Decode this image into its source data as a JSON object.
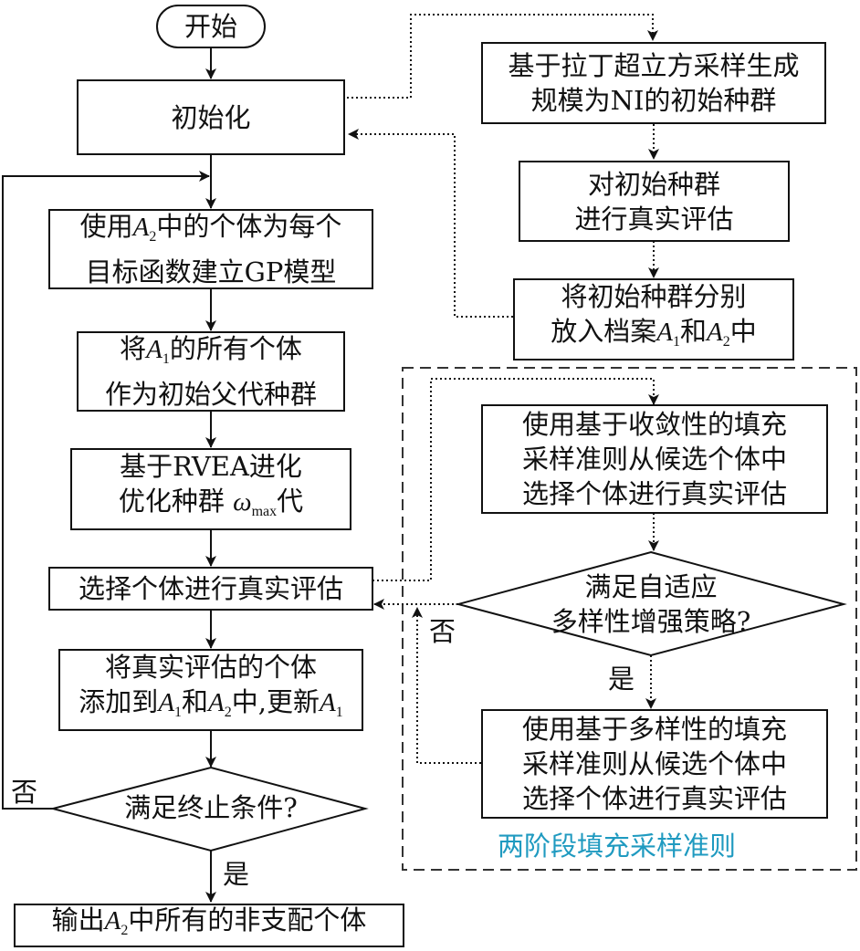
{
  "diagram": {
    "nodes": {
      "start": "开始",
      "init": "初始化",
      "lhs_line1": "基于拉丁超立方采样生成",
      "lhs_line2": "规模为NI的初始种群",
      "eval_init_line1": "对初始种群",
      "eval_init_line2": "进行真实评估",
      "archive_line1": "将初始种群分别",
      "archive_line2_pre": "放入档案",
      "archive_line2_mid": "和",
      "archive_line2_post": "中",
      "gp_line1_pre": "使用",
      "gp_line1_post": "中的个体为每个",
      "gp_line2": "目标函数建立GP模型",
      "parent_line1_pre": "将",
      "parent_line1_post": "的所有个体",
      "parent_line2": "作为初始父代种群",
      "rvea_line1": "基于RVEA进化",
      "rvea_line2_pre": "优化种群 ",
      "rvea_omega": "ω",
      "rvea_sub": "max",
      "rvea_line2_post": "代",
      "select": "选择个体进行真实评估",
      "add_line1": "将真实评估的个体",
      "add_line2_pre": "添加到",
      "add_line2_mid": "和",
      "add_line2_mid2": "中,更新",
      "terminate": "满足终止条件?",
      "output_pre": "输出",
      "output_post": "中所有的非支配个体",
      "conv_line1": "使用基于收敛性的填充",
      "conv_line2": "采样准则从候选个体中",
      "conv_line3": "选择个体进行真实评估",
      "adapt_line1": "满足自适应",
      "adapt_line2": "多样性增强策略?",
      "div_line1": "使用基于多样性的填充",
      "div_line2": "采样准则从候选个体中",
      "div_line3": "选择个体进行真实评估"
    },
    "vars": {
      "A": "A",
      "sub1": "1",
      "sub2": "2"
    },
    "edge_labels": {
      "no_terminate": "否",
      "yes_terminate": "是",
      "no_adapt": "否",
      "yes_adapt": "是"
    },
    "group_title": "两阶段填充采样准则",
    "colors": {
      "stroke": "#111111",
      "group_title": "#1f9ac0",
      "group_border": "#333333"
    }
  }
}
